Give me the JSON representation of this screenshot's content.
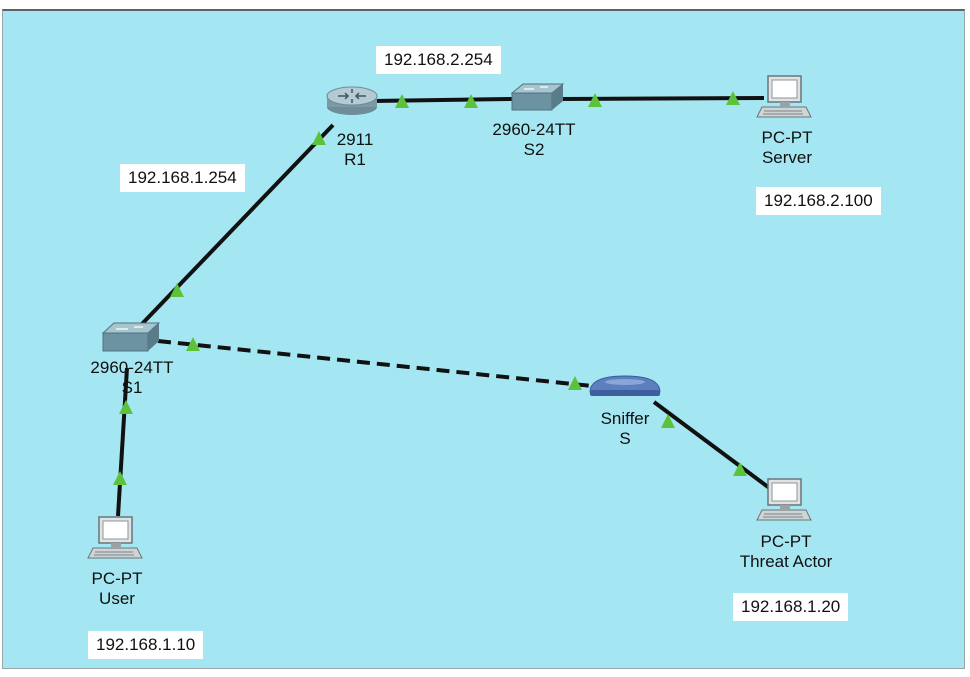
{
  "colors": {
    "workspace_bg": "#a4e7f2",
    "link_line": "#111111",
    "link_up_marker": "#5cc23a",
    "ip_box_bg": "#ffffff"
  },
  "devices": {
    "r1": {
      "icon": "router-icon",
      "model": "2911",
      "name": "R1"
    },
    "s2": {
      "icon": "switch-icon",
      "model": "2960-24TT",
      "name": "S2"
    },
    "s1": {
      "icon": "switch-icon",
      "model": "2960-24TT",
      "name": "S1"
    },
    "server": {
      "icon": "pc-icon",
      "model": "PC-PT",
      "name": "Server"
    },
    "user": {
      "icon": "pc-icon",
      "model": "PC-PT",
      "name": "User"
    },
    "sniffer": {
      "icon": "sniffer-icon",
      "model": "Sniffer",
      "name": "S"
    },
    "threat_actor": {
      "icon": "pc-icon",
      "model": "PC-PT",
      "name": "Threat Actor"
    }
  },
  "ip_labels": {
    "r1_g0_1": "192.168.2.254",
    "r1_g0_0": "192.168.1.254",
    "server": "192.168.2.100",
    "user": "192.168.1.10",
    "threat_actor": "192.168.1.20"
  },
  "links": [
    {
      "from": "R1",
      "to": "S2",
      "style": "solid"
    },
    {
      "from": "S2",
      "to": "Server",
      "style": "solid"
    },
    {
      "from": "R1",
      "to": "S1",
      "style": "solid"
    },
    {
      "from": "S1",
      "to": "User",
      "style": "solid"
    },
    {
      "from": "S1",
      "to": "Sniffer",
      "style": "dashed"
    },
    {
      "from": "Sniffer",
      "to": "Threat Actor",
      "style": "solid"
    }
  ]
}
